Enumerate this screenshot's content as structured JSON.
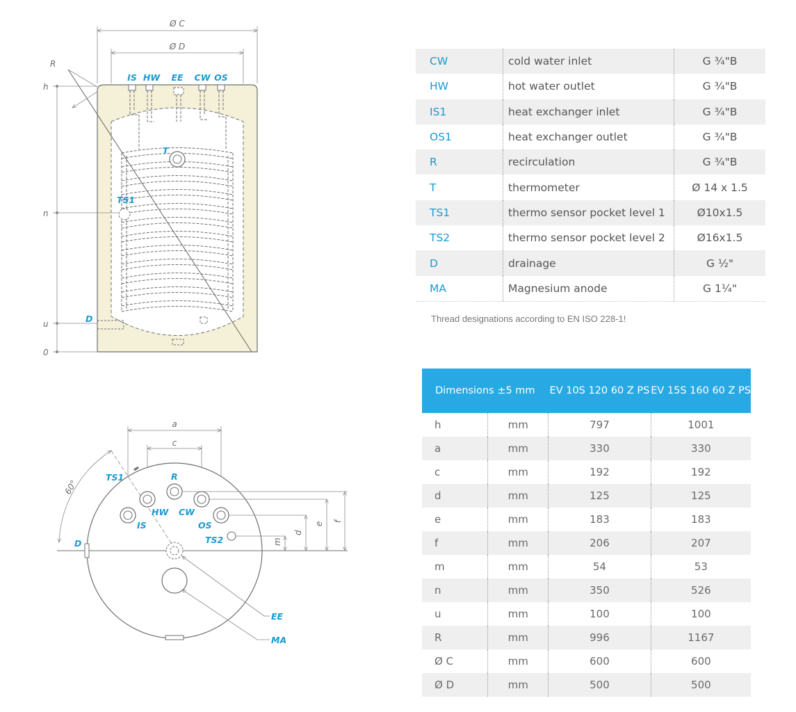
{
  "drawing_labels": {
    "oc": "Ø C",
    "od": "Ø D",
    "r_side": "R",
    "h": "h",
    "n": "n",
    "u": "u",
    "zero": "0",
    "top_is": "IS",
    "top_hw": "HW",
    "top_ee": "EE",
    "top_cw": "CW",
    "top_os": "OS",
    "t": "T",
    "ts1_side": "TS1",
    "d_side": "D",
    "a": "a",
    "c": "c",
    "angle": "60°",
    "ts1_top": "TS1",
    "r_top": "R",
    "is_top": "IS",
    "hw_top": "HW",
    "cw_top": "CW",
    "os_top": "OS",
    "ts2": "TS2",
    "d_top": "D",
    "m": "m",
    "d_dim": "d",
    "e_dim": "e",
    "f_dim": "f",
    "ee": "EE",
    "ma": "MA"
  },
  "connections": [
    {
      "code": "CW",
      "desc": "cold water inlet",
      "size": "G ¾\"B"
    },
    {
      "code": "HW",
      "desc": "hot water outlet",
      "size": "G ¾\"B"
    },
    {
      "code": "IS1",
      "desc": "heat exchanger inlet",
      "size": "G ¾\"B"
    },
    {
      "code": "OS1",
      "desc": "heat exchanger outlet",
      "size": "G ¾\"B"
    },
    {
      "code": "R",
      "desc": "recirculation",
      "size": "G ¾\"B"
    },
    {
      "code": "T",
      "desc": "thermometer",
      "size": "Ø 14 x 1.5"
    },
    {
      "code": "TS1",
      "desc": "thermo sensor pocket level  1",
      "size": "Ø10x1.5"
    },
    {
      "code": "TS2",
      "desc": "thermo sensor pocket level  2",
      "size": "Ø16x1.5"
    },
    {
      "code": "D",
      "desc": "drainage",
      "size": "G ½\""
    },
    {
      "code": "MA",
      "desc": "Magnesium anode",
      "size": "G 1¼\""
    }
  ],
  "note": "Thread designations according to EN ISO 228-1!",
  "dimensions_table": {
    "header": [
      "Dimensions ±5 mm",
      "EV 10S 120 60 Z PS",
      "EV 15S 160 60 Z PS"
    ],
    "rows": [
      {
        "key": "h",
        "unit": "mm",
        "v1": "797",
        "v2": "1001"
      },
      {
        "key": "a",
        "unit": "mm",
        "v1": "330",
        "v2": "330"
      },
      {
        "key": "c",
        "unit": "mm",
        "v1": "192",
        "v2": "192"
      },
      {
        "key": "d",
        "unit": "mm",
        "v1": "125",
        "v2": "125"
      },
      {
        "key": "e",
        "unit": "mm",
        "v1": "183",
        "v2": "183"
      },
      {
        "key": "f",
        "unit": "mm",
        "v1": "206",
        "v2": "207"
      },
      {
        "key": "m",
        "unit": "mm",
        "v1": "54",
        "v2": "53"
      },
      {
        "key": "n",
        "unit": "mm",
        "v1": "350",
        "v2": "526"
      },
      {
        "key": "u",
        "unit": "mm",
        "v1": "100",
        "v2": "100"
      },
      {
        "key": "R",
        "unit": "mm",
        "v1": "996",
        "v2": "1167"
      },
      {
        "key": "Ø C",
        "unit": "mm",
        "v1": "600",
        "v2": "600"
      },
      {
        "key": "Ø D",
        "unit": "mm",
        "v1": "500",
        "v2": "500"
      }
    ]
  },
  "colors": {
    "accent": "#1a9bd1",
    "header": "#28a9e4",
    "tank_fill": "#f5f0d8"
  }
}
